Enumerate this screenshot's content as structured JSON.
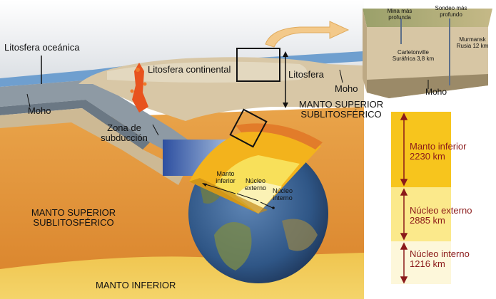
{
  "labels": {
    "litosfera_oceanica": "Litosfera oceánica",
    "litosfera_continental": "Litosfera continental",
    "litosfera": "Litosfera",
    "moho_left": "Moho",
    "moho_mid": "Moho",
    "moho_inset": "Moho",
    "manto_superior_right_1": "MANTO SUPERIOR",
    "manto_superior_right_2": "SUBLITOSFÉRICO",
    "zona_subduccion_1": "Zona de",
    "zona_subduccion_2": "subducción",
    "manto_superior_left_1": "MANTO SUPERIOR",
    "manto_superior_left_2": "SUBLITOSFÉRICO",
    "manto_inferior_bottom": "MANTO INFERIOR",
    "globe_manto_1": "Manto",
    "globe_manto_2": "inferior",
    "globe_nucleo_ext_1": "Núcleo",
    "globe_nucleo_ext_2": "externo",
    "globe_nucleo_int_1": "Núcleo",
    "globe_nucleo_int_2": "interno"
  },
  "inset": {
    "mina_1": "Mina más",
    "mina_2": "profunda",
    "sondeo_1": "Sondeo más",
    "sondeo_2": "profundo",
    "murmansk_1": "Murmansk",
    "murmansk_2": "Rusia 12 km",
    "carletonville_1": "Carletonville",
    "carletonville_2": "Suráfrica 3,8 km"
  },
  "scale": [
    {
      "name": "Manto inferior",
      "value": "2230 km",
      "color": "#f5c518"
    },
    {
      "name": "Núcleo externo",
      "value": "2885 km",
      "color": "#fbe98a"
    },
    {
      "name": "Núcleo interno",
      "value": "1216 km",
      "color": "#fdf7d8"
    }
  ],
  "colors": {
    "sky": "#d8dee6",
    "ocean": "#6f9fcf",
    "mantle": "#e59a3c",
    "lower_mantle": "#efc24a",
    "scale_arrow": "#8b1a1a",
    "inset_arrow": "#f3c98a"
  }
}
